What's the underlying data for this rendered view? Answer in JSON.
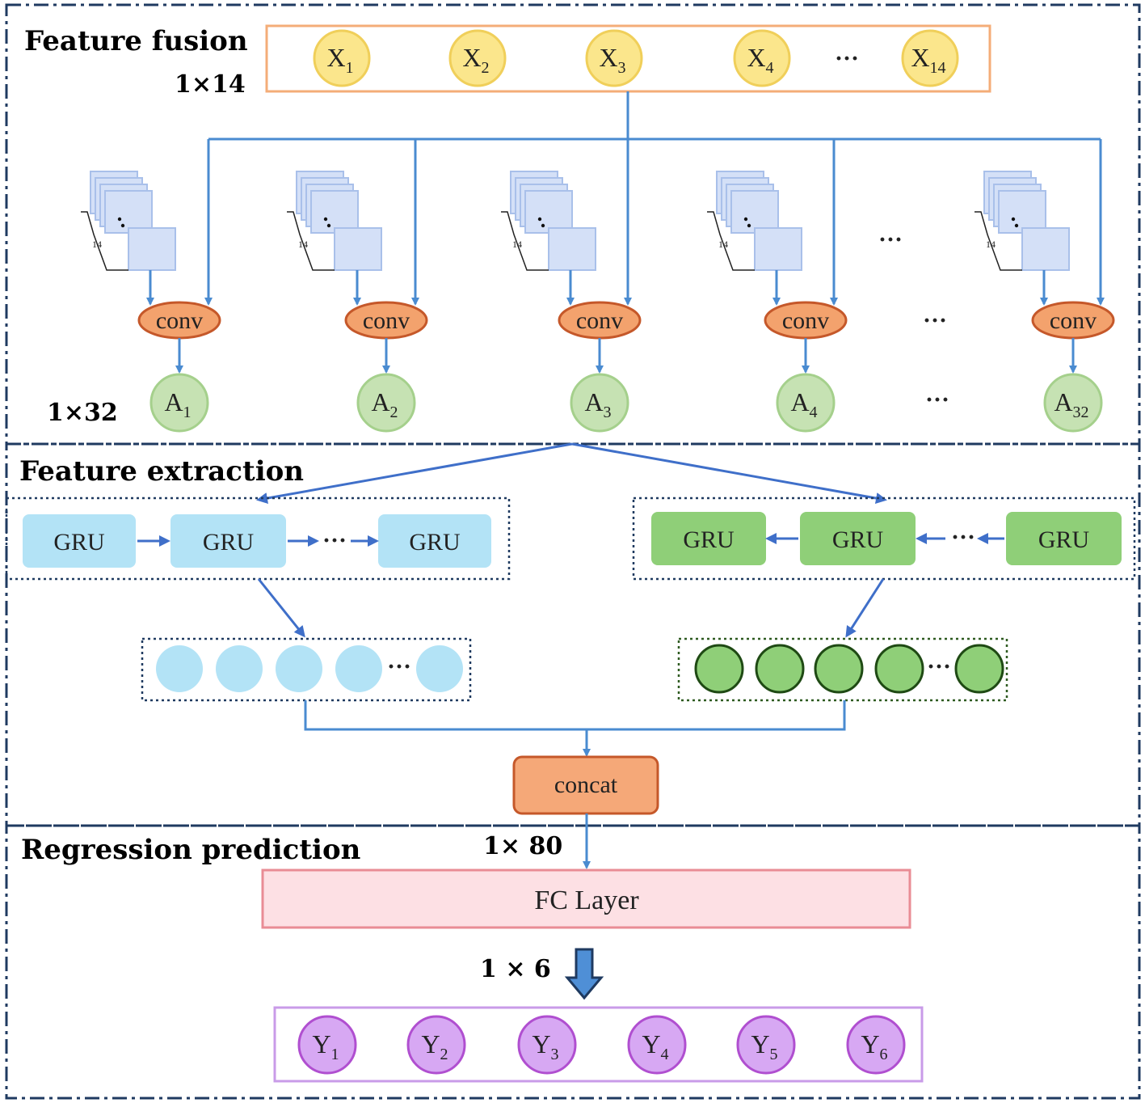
{
  "sections": {
    "fusion": "Feature fusion",
    "extraction": "Feature extraction",
    "regression": "Regression prediction"
  },
  "dims": {
    "input": "1×14",
    "conv_out": "1×32",
    "concat_out": "1× 80",
    "output": "1 × 6"
  },
  "inputs": [
    {
      "base": "X",
      "sub": "1"
    },
    {
      "base": "X",
      "sub": "2"
    },
    {
      "base": "X",
      "sub": "3"
    },
    {
      "base": "X",
      "sub": "4"
    },
    {
      "base": "X",
      "sub": "14"
    }
  ],
  "kernel_label": "14",
  "conv_label": "conv",
  "conv_outputs": [
    {
      "base": "A",
      "sub": "1"
    },
    {
      "base": "A",
      "sub": "2"
    },
    {
      "base": "A",
      "sub": "3"
    },
    {
      "base": "A",
      "sub": "4"
    },
    {
      "base": "A",
      "sub": "32"
    }
  ],
  "gru_label": "GRU",
  "concat_label": "concat",
  "fc_label": "FC Layer",
  "outputs": [
    {
      "base": "Y",
      "sub": "1"
    },
    {
      "base": "Y",
      "sub": "2"
    },
    {
      "base": "Y",
      "sub": "3"
    },
    {
      "base": "Y",
      "sub": "4"
    },
    {
      "base": "Y",
      "sub": "5"
    },
    {
      "base": "Y",
      "sub": "6"
    }
  ],
  "ellipsis": "···",
  "colors": {
    "input_node": "#fbe68c",
    "input_box": "#f4ad78",
    "conv": "#f3a26d",
    "conv_stroke": "#c5582a",
    "a_node": "#c6e2b3",
    "gru_forward": "#b3e3f6",
    "gru_backward": "#8fcf78",
    "concat": "#f5a878",
    "fc": "#fde0e4",
    "fc_stroke": "#e98c95",
    "y_node": "#d7a8f3",
    "y_stroke": "#b04fd0",
    "arrow": "#4a8bd0"
  }
}
